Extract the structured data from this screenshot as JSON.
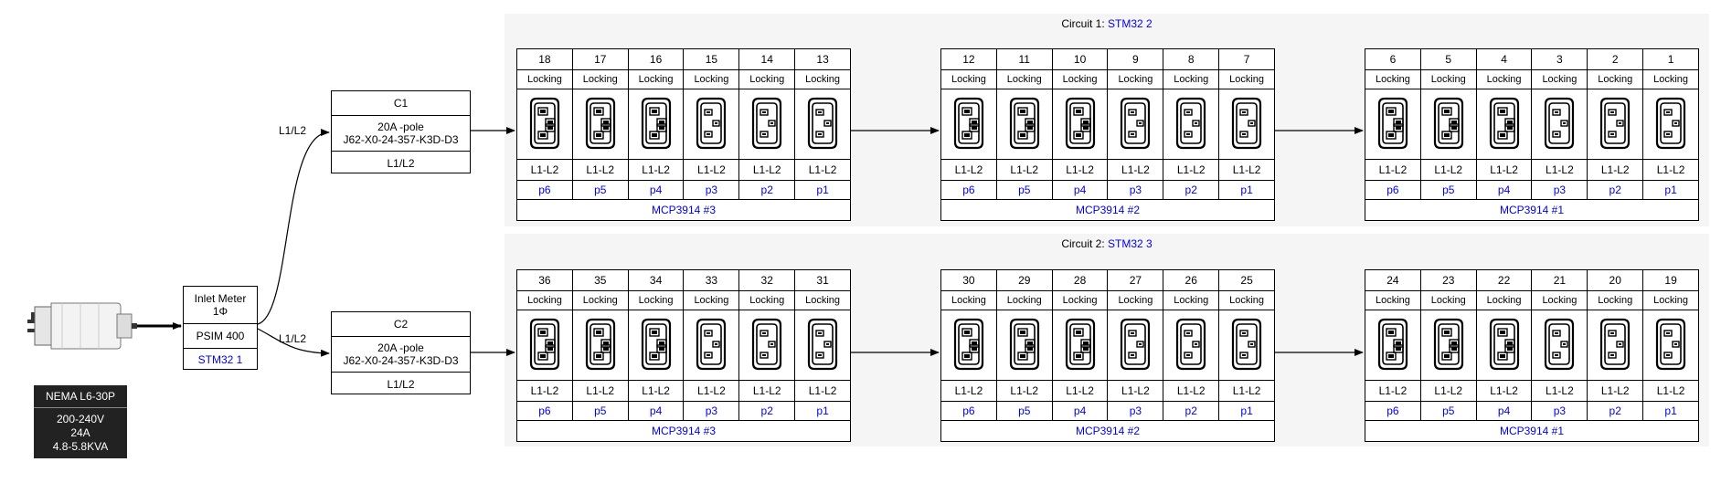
{
  "plug": {
    "type": "NEMA L6-30P",
    "specs": [
      "200-240V",
      "24A",
      "4.8-5.8KVA"
    ]
  },
  "inlet": {
    "title": "Inlet Meter",
    "phase": "1Φ",
    "model": "PSIM 400",
    "controller": "STM32 1"
  },
  "breakers": [
    {
      "name": "C1",
      "rating": "20A -pole",
      "part": "J62-X0-24-357-K3D-D3",
      "phase": "L1/L2",
      "edge_label": "L1/L2"
    },
    {
      "name": "C2",
      "rating": "20A -pole",
      "part": "J62-X0-24-357-K3D-D3",
      "phase": "L1/L2",
      "edge_label": "L1/L2"
    }
  ],
  "circuits": [
    {
      "title": "Circuit 1: ",
      "controller": "STM32 2",
      "banks": [
        {
          "outlets": [
            "18",
            "17",
            "16",
            "15",
            "14",
            "13"
          ],
          "meter": "MCP3914 #3"
        },
        {
          "outlets": [
            "12",
            "11",
            "10",
            "9",
            "8",
            "7"
          ],
          "meter": "MCP3914 #2"
        },
        {
          "outlets": [
            "6",
            "5",
            "4",
            "3",
            "2",
            "1"
          ],
          "meter": "MCP3914 #1"
        }
      ]
    },
    {
      "title": "Circuit 2: ",
      "controller": "STM32 3",
      "banks": [
        {
          "outlets": [
            "36",
            "35",
            "34",
            "33",
            "32",
            "31"
          ],
          "meter": "MCP3914 #3"
        },
        {
          "outlets": [
            "30",
            "29",
            "28",
            "27",
            "26",
            "25"
          ],
          "meter": "MCP3914 #2"
        },
        {
          "outlets": [
            "24",
            "23",
            "22",
            "21",
            "20",
            "19"
          ],
          "meter": "MCP3914 #1"
        }
      ]
    }
  ],
  "outlet_common": {
    "type": "Locking",
    "phase": "L1-L2",
    "ports": [
      "p6",
      "p5",
      "p4",
      "p3",
      "p2",
      "p1"
    ],
    "receptacle_kinds": [
      "C19",
      "C19",
      "C19",
      "C13",
      "C13",
      "C13"
    ]
  }
}
